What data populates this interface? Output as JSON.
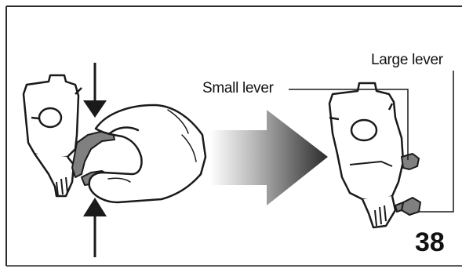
{
  "labels": {
    "small_lever": "Small lever",
    "large_lever": "Large lever"
  },
  "page_number": "38",
  "colors": {
    "line": "#1a1a1a",
    "lever_gray": "#808080",
    "arrow_dark": "#333333"
  },
  "icons": [
    "down-arrow-icon",
    "up-arrow-icon",
    "direction-arrow-icon"
  ]
}
